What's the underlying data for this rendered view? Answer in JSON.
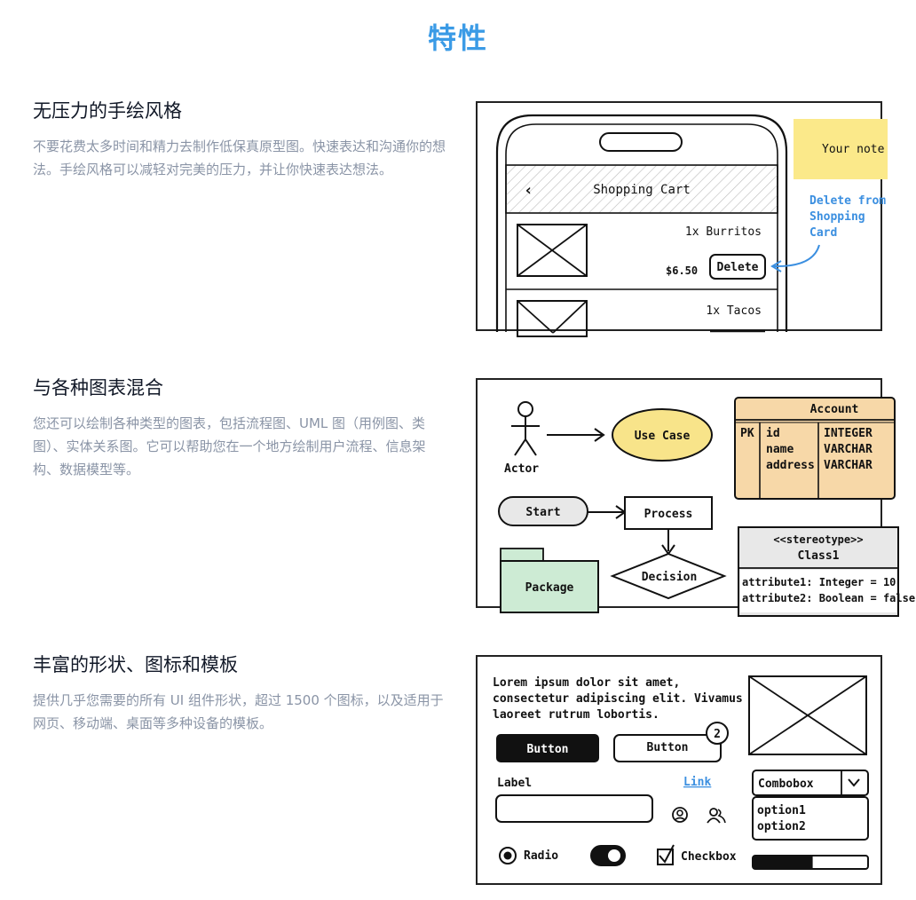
{
  "page": {
    "title": "特性"
  },
  "features": [
    {
      "title": "无压力的手绘风格",
      "description": "不要花费太多时间和精力去制作低保真原型图。快速表达和沟通你的想法。手绘风格可以减轻对完美的压力，并让你快速表达想法。"
    },
    {
      "title": "与各种图表混合",
      "description": "您还可以绘制各种类型的图表，包括流程图、UML 图（用例图、类图）、实体关系图。它可以帮助您在一个地方绘制用户流程、信息架构、数据模型等。"
    },
    {
      "title": "丰富的形状、图标和模板",
      "description": "提供几乎您需要的所有 UI 组件形状，超过 1500 个图标，以及适用于网页、移动端、桌面等多种设备的模板。"
    }
  ],
  "mockup1": {
    "header_title": "Shopping Cart",
    "back_glyph": "‹",
    "item1": "1x Burritos",
    "price1": "$6.50",
    "delete_label": "Delete",
    "item2": "1x Tacos",
    "sticky_note": "Your note",
    "annotation_line1": "Delete from",
    "annotation_line2": "Shopping",
    "annotation_line3": "Card",
    "colors": {
      "sticky": "#fbe98a",
      "annotation": "#3b8fe0"
    }
  },
  "mockup2": {
    "actor": "Actor",
    "use_case": "Use Case",
    "start": "Start",
    "process": "Process",
    "decision": "Decision",
    "package": "Package",
    "account_title": "Account",
    "account_pk": "PK",
    "account_fields": [
      "id",
      "name",
      "address"
    ],
    "account_types": [
      "INTEGER",
      "VARCHAR",
      "VARCHAR"
    ],
    "stereotype": "<<stereotype>>",
    "class_name": "Class1",
    "attr1": "attribute1: Integer = 10",
    "attr2": "attribute2: Boolean = false",
    "colors": {
      "use_case": "#f8e48a",
      "account": "#f7d8a8",
      "package": "#cdebd4",
      "class": "#e8e8e8"
    }
  },
  "mockup3": {
    "lorem_line1": "Lorem ipsum dolor sit amet,",
    "lorem_line2": "consectetur adipiscing elit. Vivamus",
    "lorem_line3": "laoreet rutrum lobortis.",
    "button_primary": "Button",
    "button_secondary": "Button",
    "badge_count": "2",
    "label": "Label",
    "link": "Link",
    "combobox": "Combobox",
    "options": [
      "option1",
      "option2"
    ],
    "radio": "Radio",
    "checkbox": "Checkbox",
    "progress": 0.52
  }
}
